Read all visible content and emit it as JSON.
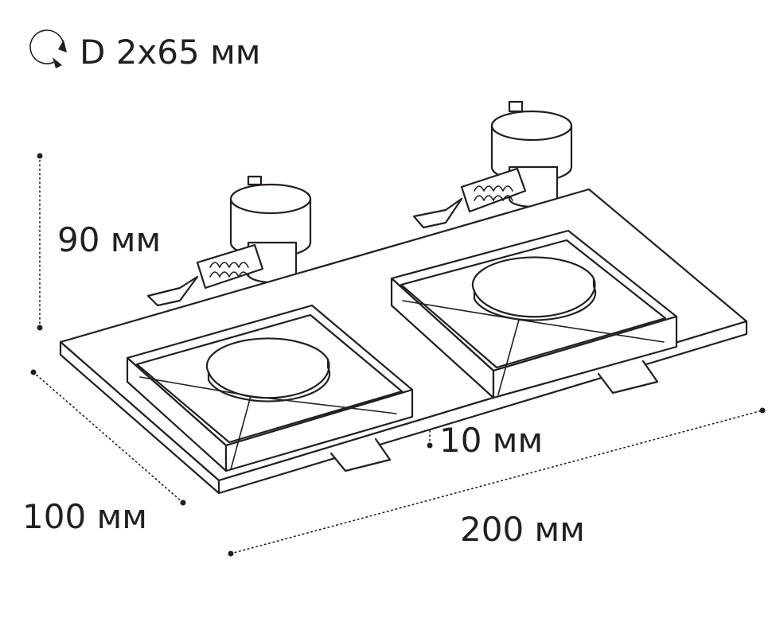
{
  "header": {
    "icon": "rotate-arrow-icon",
    "diameter_label": "D 2x65 мм"
  },
  "dimensions": {
    "height": "90 мм",
    "depth": "100 мм",
    "width": "200 мм",
    "bezel": "10 мм"
  },
  "colors": {
    "stroke": "#231f20",
    "background": "#ffffff"
  }
}
